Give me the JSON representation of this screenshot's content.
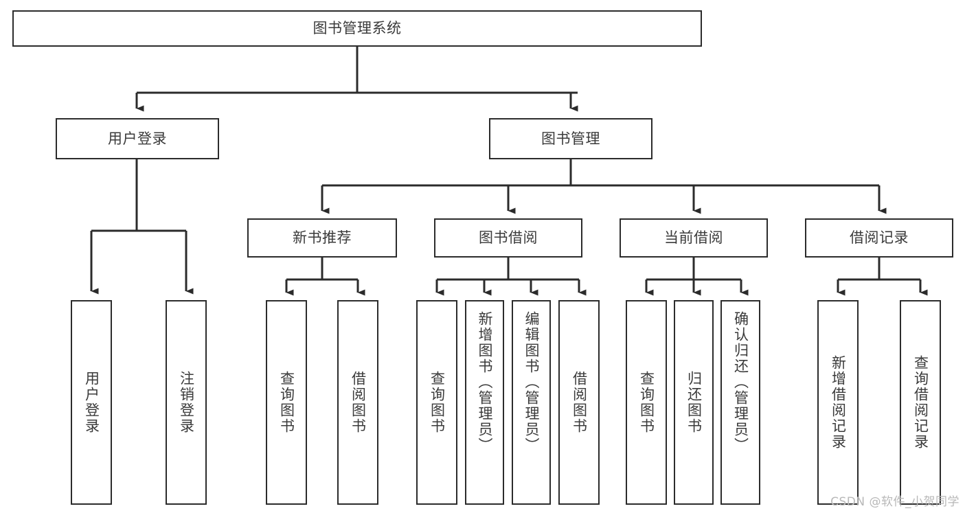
{
  "diagram": {
    "type": "tree",
    "orientation": "top-down",
    "title": "图书管理系统",
    "colors": {
      "background": "#ffffff",
      "box_border": "#2b2b2b",
      "box_fill": "#ffffff",
      "text": "#3a3a3a",
      "connector": "#2b2b2b",
      "watermark": "#b8b8b8"
    },
    "root": {
      "label": "图书管理系统"
    },
    "level1": [
      {
        "id": "user-login",
        "label": "用户登录"
      },
      {
        "id": "book-manage",
        "label": "图书管理"
      }
    ],
    "level2": [
      {
        "id": "new-book-recommend",
        "label": "新书推荐"
      },
      {
        "id": "book-borrow",
        "label": "图书借阅"
      },
      {
        "id": "current-borrow",
        "label": "当前借阅"
      },
      {
        "id": "borrow-record",
        "label": "借阅记录"
      }
    ],
    "leaves": {
      "user_login": [
        {
          "id": "leaf-user-login",
          "label": "用户登录"
        },
        {
          "id": "leaf-logout",
          "label": "注销登录"
        }
      ],
      "new_book_recommend": [
        {
          "id": "leaf-query-book-1",
          "label": "查询图书"
        },
        {
          "id": "leaf-borrow-book-1",
          "label": "借阅图书"
        }
      ],
      "book_borrow": [
        {
          "id": "leaf-query-book-2",
          "label": "查询图书"
        },
        {
          "id": "leaf-add-book",
          "label": "新增图书（管理员）"
        },
        {
          "id": "leaf-edit-book",
          "label": "编辑图书（管理员）"
        },
        {
          "id": "leaf-borrow-book-2",
          "label": "借阅图书"
        }
      ],
      "current_borrow": [
        {
          "id": "leaf-query-book-3",
          "label": "查询图书"
        },
        {
          "id": "leaf-return-book",
          "label": "归还图书"
        },
        {
          "id": "leaf-confirm-return",
          "label": "确认归还（管理员）"
        }
      ],
      "borrow_record": [
        {
          "id": "leaf-add-record",
          "label": "新增借阅记录"
        },
        {
          "id": "leaf-query-record",
          "label": "查询借阅记录"
        }
      ]
    }
  },
  "watermark": {
    "text": "CSDN @软件_小贺同学"
  }
}
